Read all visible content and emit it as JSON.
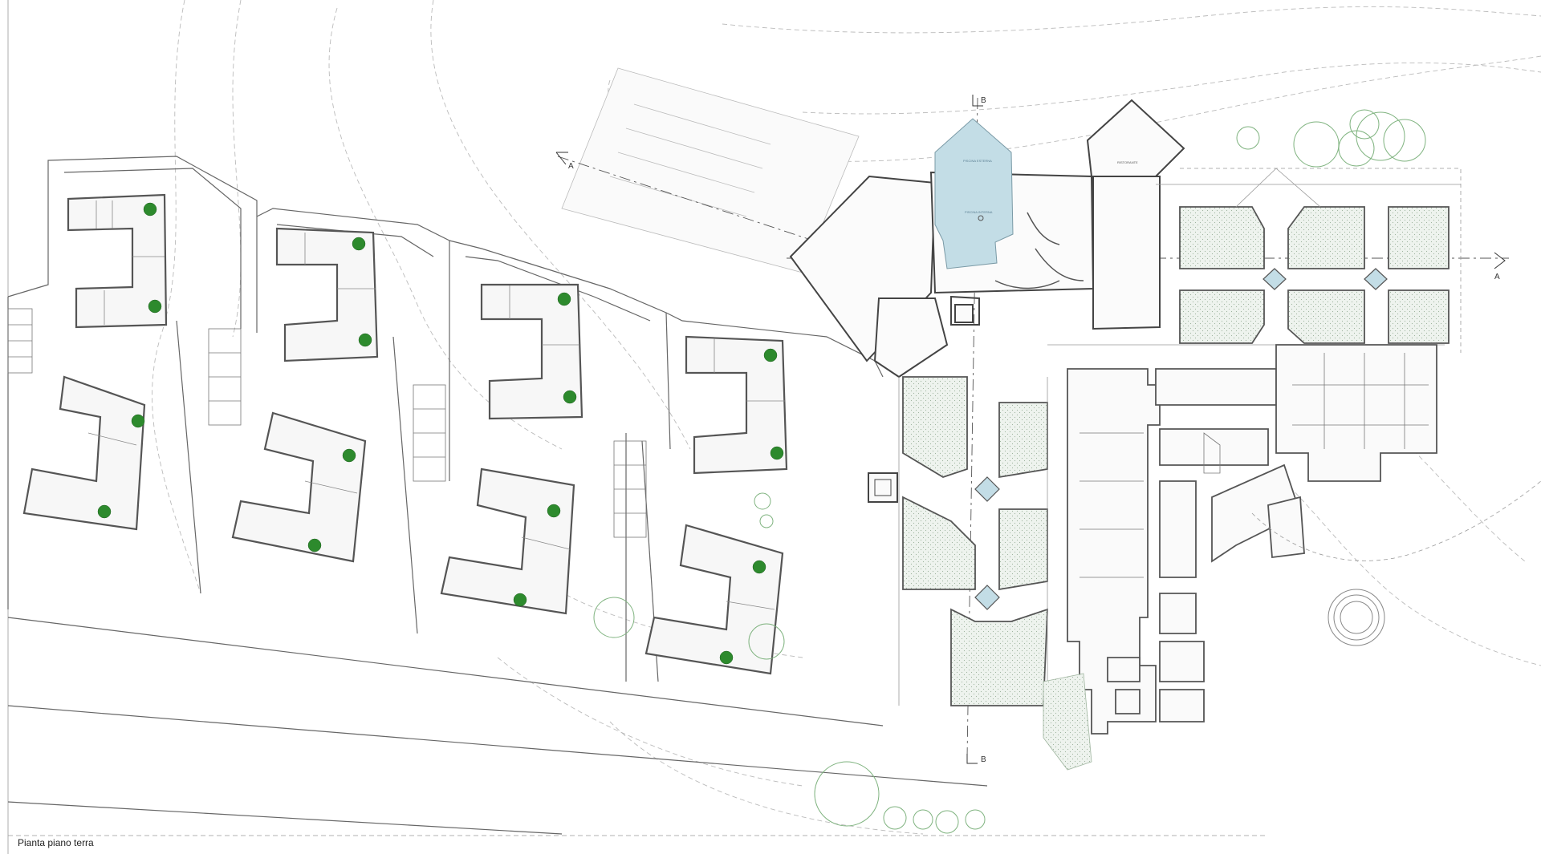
{
  "drawing": {
    "title": "Pianta piano terra",
    "section_marks": {
      "a_left": "A",
      "a_right": "A",
      "b_top": "B",
      "b_bottom": "B"
    },
    "room_labels": {
      "pool_outdoor": "PISCINA ESTERNA",
      "pool_indoor": "PISCINA INTERNA",
      "restaurant": "RISTORANTE"
    }
  },
  "colors": {
    "linework": "#444444",
    "wall": "#555555",
    "contour": "#b5b5b5",
    "pool": "#c3dde6",
    "garden_fill": "#e4ece4",
    "tree": "#2d8a2d",
    "tree_outline": "#7fb37f"
  }
}
